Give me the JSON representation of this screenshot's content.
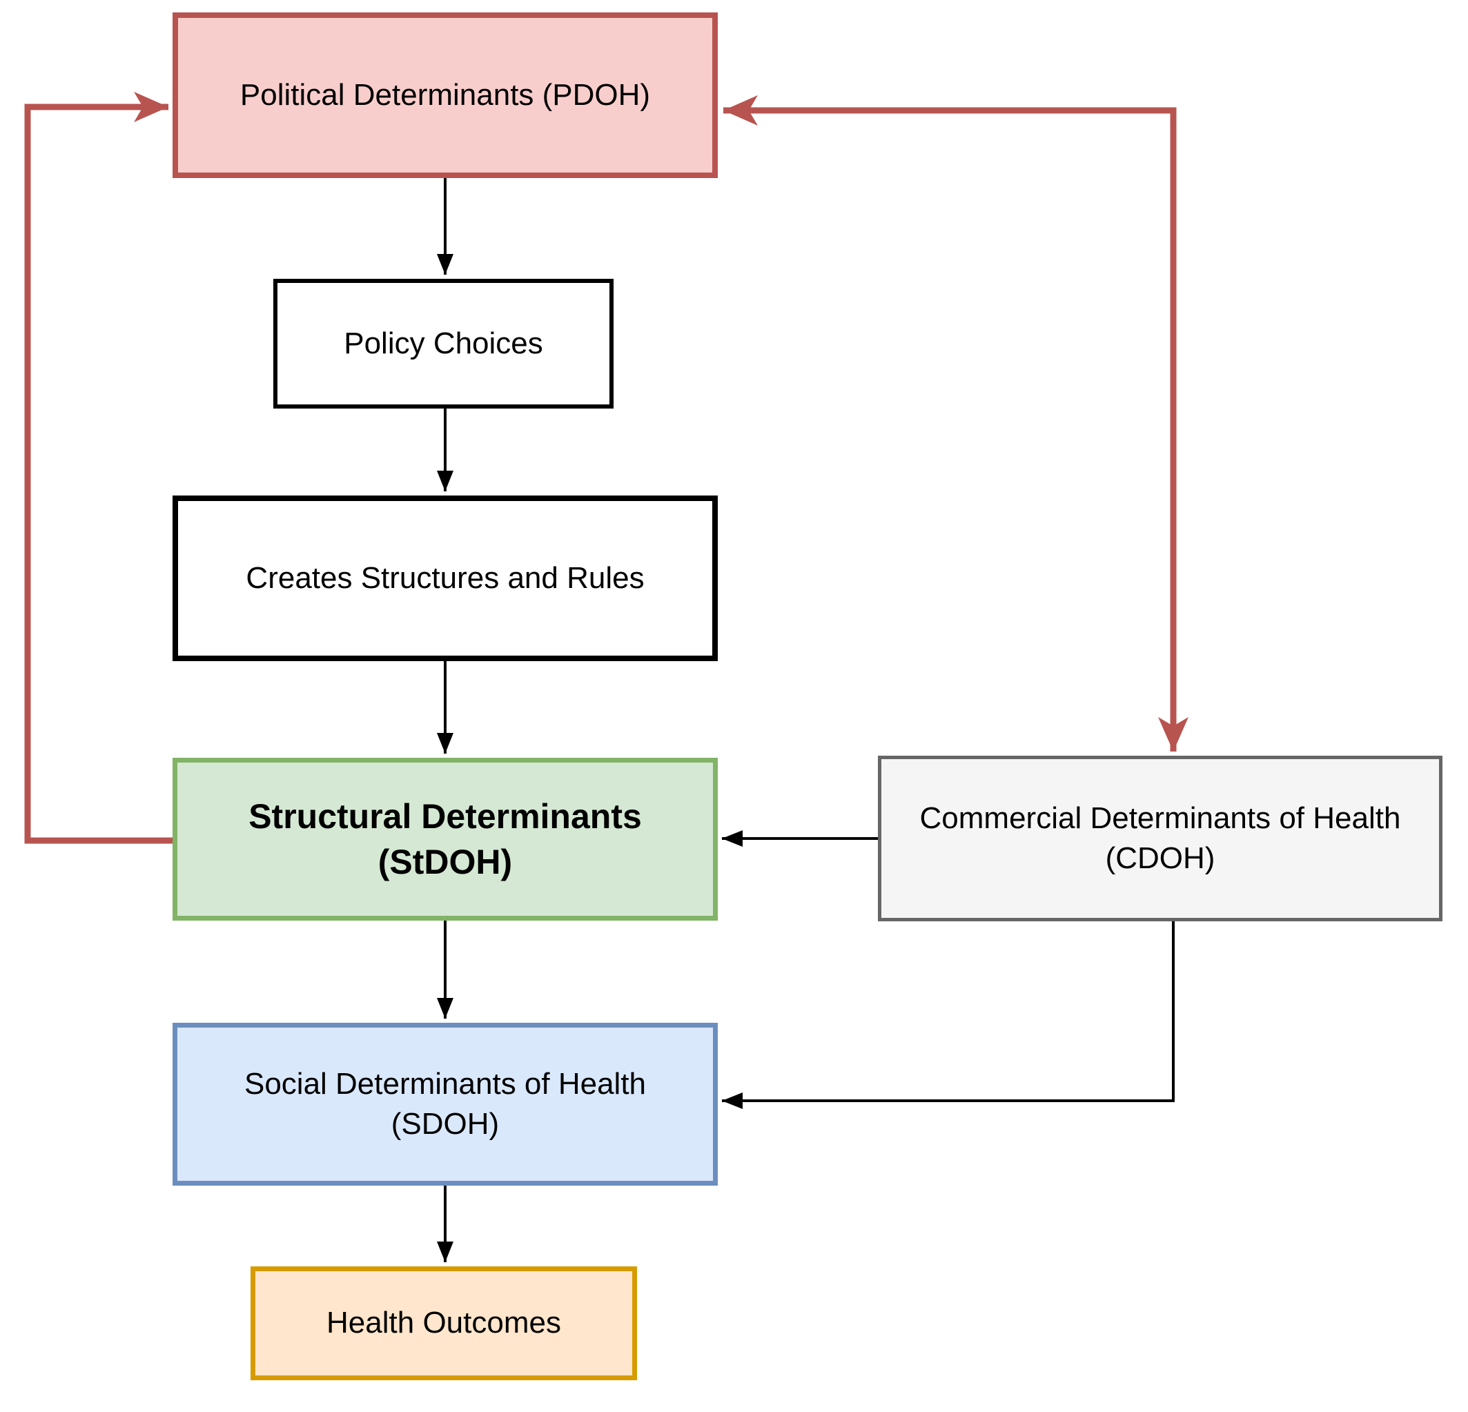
{
  "diagram": {
    "background": "#ffffff",
    "text_color": "#000000",
    "connector_colors": {
      "primary": "#000000",
      "feedback": "#b85450"
    },
    "nodes": {
      "pdoh": {
        "label": "Political Determinants (PDOH)",
        "fill": "#f8cecc",
        "border": "#b85450"
      },
      "policy_choices": {
        "label": "Policy Choices",
        "fill": "#ffffff",
        "border": "#000000"
      },
      "creates_structures": {
        "label": "Creates Structures and Rules",
        "fill": "#ffffff",
        "border": "#000000"
      },
      "stdoh": {
        "label": "Structural Determinants",
        "label2": "(StDOH)",
        "fill": "#d5e8d4",
        "border": "#82b366"
      },
      "cdoh": {
        "label": "Commercial Determinants of Health",
        "label2": "(CDOH)",
        "fill": "#f5f5f5",
        "border": "#666666"
      },
      "sdoh": {
        "label": "Social Determinants of Health",
        "label2": "(SDOH)",
        "fill": "#dae8fc",
        "border": "#6c8ebf"
      },
      "health_outcomes": {
        "label": "Health Outcomes",
        "fill": "#ffe6cc",
        "border": "#d79b00"
      }
    },
    "connections": [
      {
        "from": "pdoh",
        "to": "policy_choices",
        "color": "primary"
      },
      {
        "from": "policy_choices",
        "to": "creates_structures",
        "color": "primary"
      },
      {
        "from": "creates_structures",
        "to": "stdoh",
        "color": "primary"
      },
      {
        "from": "stdoh",
        "to": "sdoh",
        "color": "primary"
      },
      {
        "from": "sdoh",
        "to": "health_outcomes",
        "color": "primary"
      },
      {
        "from": "cdoh",
        "to": "stdoh",
        "color": "primary"
      },
      {
        "from": "cdoh",
        "to": "sdoh",
        "color": "primary"
      },
      {
        "from": "stdoh",
        "to": "pdoh",
        "color": "feedback"
      },
      {
        "from": "cdoh",
        "to": "pdoh",
        "color": "feedback",
        "bidirectional": true
      }
    ]
  }
}
